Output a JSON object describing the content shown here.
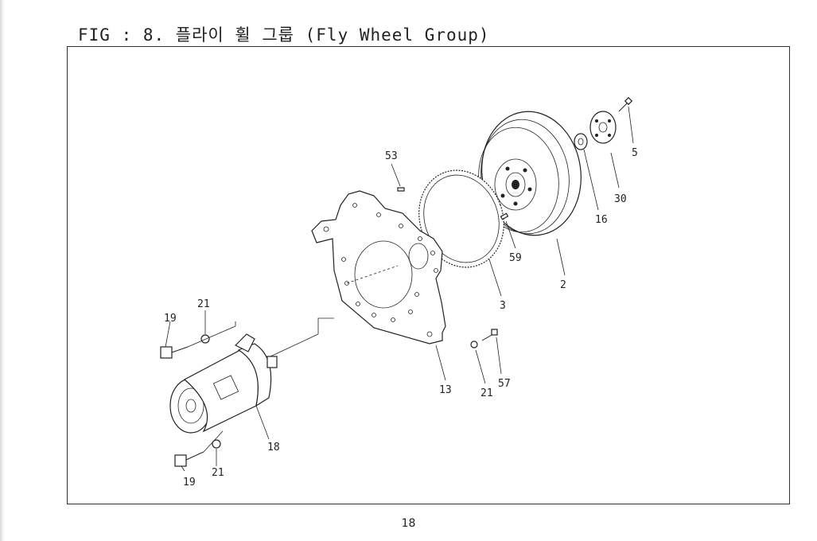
{
  "figure": {
    "title": "FIG : 8. 플라이 휠 그룹 (Fly Wheel Group)"
  },
  "callouts": {
    "c53": "53",
    "c5": "5",
    "c16": "16",
    "c30": "30",
    "c59": "59",
    "c2": "2",
    "c3": "3",
    "c13": "13",
    "c21_plate": "21",
    "c57": "57",
    "c21_upper": "21",
    "c19_upper": "19",
    "c18": "18",
    "c19_lower": "19",
    "c21_lower": "21"
  },
  "footer": {
    "page_number": "18"
  }
}
